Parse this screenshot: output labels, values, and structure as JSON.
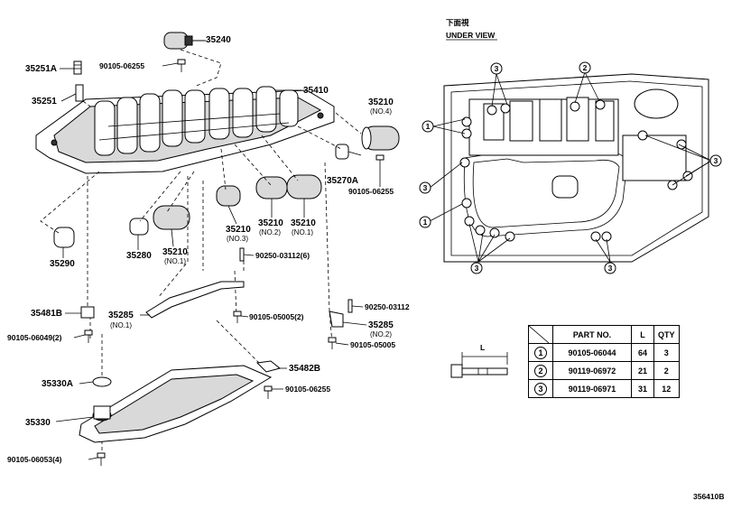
{
  "header": {
    "view_jp": "下面視",
    "view_en": "UNDER VIEW"
  },
  "part_labels": {
    "p35240": "35240",
    "p35251A": "35251A",
    "p90105_06255_a": "90105-06255",
    "p35251": "35251",
    "p35410": "35410",
    "p35210_no4": "35210",
    "no4": "(NO.4)",
    "p35270A": "35270A",
    "p90105_06255_b": "90105-06255",
    "p35210_no3": "35210",
    "no3": "(NO.3)",
    "p35210_no2": "35210",
    "no2": "(NO.2)",
    "p35210_no1b": "35210",
    "no1b": "(NO.1)",
    "p35210_no1": "35210",
    "no1": "(NO.1)",
    "p35280": "35280",
    "p35290": "35290",
    "p90250_03112_6": "90250-03112(6)",
    "p35481B": "35481B",
    "p35285_no1": "35285",
    "no1c": "(NO.1)",
    "p90105_06049": "90105-06049(2)",
    "p90105_05005_2": "90105-05005(2)",
    "p90250_03112": "90250-03112",
    "p35285_no2": "35285",
    "no2b": "(NO.2)",
    "p90105_05005": "90105-05005",
    "p35330A": "35330A",
    "p35482B": "35482B",
    "p90105_06255_c": "90105-06255",
    "p35330": "35330",
    "p90105_06053": "90105-06053(4)"
  },
  "callouts": [
    "1",
    "2",
    "3"
  ],
  "table": {
    "headers": [
      "PART NO.",
      "L",
      "QTY"
    ],
    "rows": [
      {
        "ref": "1",
        "part": "90105-06044",
        "l": "64",
        "qty": "3"
      },
      {
        "ref": "2",
        "part": "90119-06972",
        "l": "21",
        "qty": "2"
      },
      {
        "ref": "3",
        "part": "90119-06971",
        "l": "31",
        "qty": "12"
      }
    ]
  },
  "bolt_dim_label": "L",
  "diagram_id": "356410B"
}
